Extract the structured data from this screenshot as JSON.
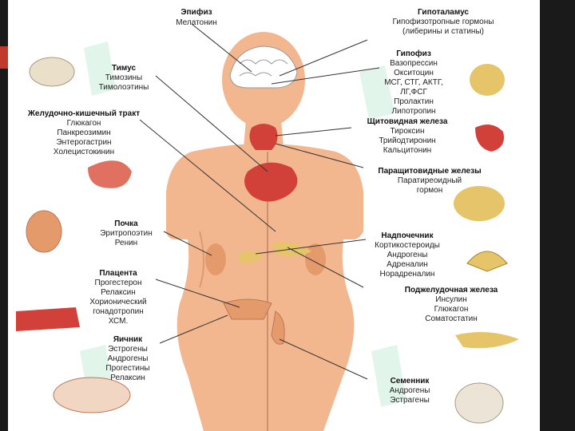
{
  "labels": {
    "epiphysis": {
      "title": "Эпифиз",
      "lines": [
        "Мелатонин"
      ]
    },
    "hypothalamus": {
      "title": "Гипоталамус",
      "lines": [
        "Гипофизотропные гормоны",
        "(либерины и статины)"
      ]
    },
    "pituitary": {
      "title": "Гипофиз",
      "lines": [
        "Вазопрессин",
        "Окситоцин",
        "МСГ, СТГ, АКТГ,",
        "ЛГ,ФСГ",
        "Пролактин",
        "Липотропин"
      ]
    },
    "thymus": {
      "title": "Тимус",
      "lines": [
        "Тимозины",
        "Тимолоэтины"
      ]
    },
    "gi_tract": {
      "title": "Желудочно-кишечный тракт",
      "lines": [
        "Глюкагон",
        "Панкреозимин",
        "Энтерогастрин",
        "Холецистокинин"
      ]
    },
    "thyroid": {
      "title": "Щитовидная железа",
      "lines": [
        "Тироксин",
        "Трийодтиронин",
        "Кальцитонин"
      ]
    },
    "parathyroid": {
      "title": "Паращитовидные железы",
      "lines": [
        "Паратиреоидный",
        "гормон"
      ]
    },
    "kidney": {
      "title": "Почка",
      "lines": [
        "Эритропоэтин",
        "Ренин"
      ]
    },
    "adrenal": {
      "title": "Надпочечник",
      "lines": [
        "Кортикостероиды",
        "Андрогены",
        "Адреналин",
        "Норадреналин"
      ]
    },
    "placenta": {
      "title": "Плацента",
      "lines": [
        "Прогестерон",
        "Релаксин",
        "Хорионический",
        "гонадотропин",
        "ХСМ."
      ]
    },
    "pancreas": {
      "title": "Поджелудочная железа",
      "lines": [
        "Инсулин",
        "Глюкагон",
        "Соматостатин"
      ]
    },
    "ovary": {
      "title": "Яичник",
      "lines": [
        "Эстрогены",
        "Андрогены",
        "Прогестины",
        "Релаксин"
      ]
    },
    "testis": {
      "title": "Семенник",
      "lines": [
        "Андрогены",
        "Эстрагены"
      ]
    }
  },
  "colors": {
    "body": "#f2b78f",
    "body_shadow": "#dd9a72",
    "organ_red": "#d2403a",
    "organ_yellow": "#e6c56a",
    "watermark": "#c9ecd9",
    "line": "#333333"
  }
}
